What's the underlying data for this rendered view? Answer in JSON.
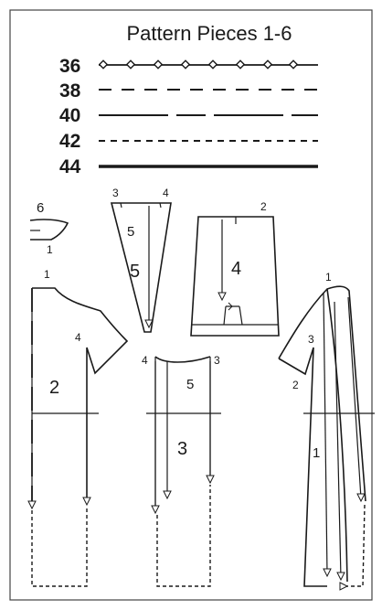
{
  "title": "Pattern Pieces 1-6",
  "legend": [
    {
      "size": "36"
    },
    {
      "size": "38"
    },
    {
      "size": "40"
    },
    {
      "size": "42"
    },
    {
      "size": "44"
    }
  ],
  "pieces": {
    "piece6": {
      "number": "6",
      "mark_1": "1"
    },
    "piece5": {
      "mark_3": "3",
      "mark_4": "4",
      "mark_5": "5",
      "number": "5"
    },
    "piece4": {
      "mark_2": "2",
      "number": "4"
    },
    "piece2": {
      "mark_1": "1",
      "mark_4": "4",
      "number": "2"
    },
    "piece3": {
      "mark_4": "4",
      "mark_5": "5",
      "mark_3": "3",
      "number": "3"
    },
    "piece1": {
      "mark_1": "1",
      "mark_3": "3",
      "mark_2": "2",
      "number": "1"
    }
  }
}
